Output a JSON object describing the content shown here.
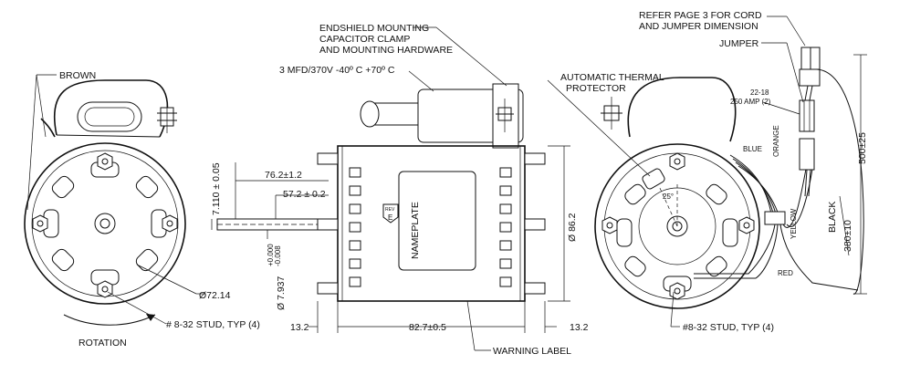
{
  "labels": {
    "brown": "BROWN",
    "dia_72": "Ø72.14",
    "stud_left": "# 8-32 STUD, TYP (4)",
    "rotation": "ROTATION",
    "endshield_1": "ENDSHIELD MOUNTING",
    "endshield_2": "CAPACITOR CLAMP",
    "endshield_3": "AND MOUNTING HARDWARE",
    "capacitor": "3 MFD/370V -40º C +70º C",
    "dim_76": "76.2±1.2",
    "dim_57": "57.2 ± 0.2",
    "dim_7110": "7.110 ± 0.05",
    "dim_7937": "Ø 7.937",
    "tol_plus": "+0.000",
    "tol_minus": "-0.008",
    "nameplate": "NAMEPLATE",
    "rev_top": "REV",
    "rev_letter": "E",
    "dia_86": "Ø 86.2",
    "dim_13_left": "13.2",
    "dim_82": "82.7±0.5",
    "dim_13_right": "13.2",
    "warning": "WARNING LABEL",
    "thermal_1": "AUTOMATIC THERMAL",
    "thermal_2": "PROTECTOR",
    "refer_1": "REFER PAGE 3 FOR CORD",
    "refer_2": "AND JUMPER DIMENSION",
    "jumper": "JUMPER",
    "amp_1": "22-18",
    "amp_2": "250 AMP (2)",
    "blue": "BLUE",
    "orange": "ORANGE",
    "yellow": "YELLOW",
    "black": "BLACK",
    "red": "RED",
    "angle": "25°",
    "dim_500": "500±25",
    "dim_380": "380±10",
    "stud_right": "#8-32 STUD, TYP (4)"
  }
}
